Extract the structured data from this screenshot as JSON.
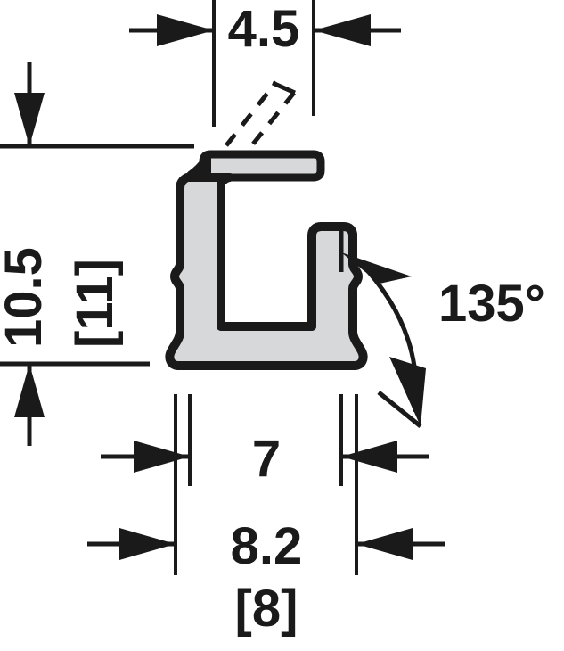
{
  "drawing": {
    "title": "Aluminium profile cross-section dimension drawing",
    "units": "mm",
    "line_color": "#1a1a1a",
    "fill_color": "#d6d8da",
    "background": "#ffffff"
  },
  "dimensions": {
    "top_width": {
      "label": "4.5",
      "name": "top-lip-width",
      "orientation": "horizontal"
    },
    "height": {
      "label": "10.5",
      "name": "overall-height",
      "orientation": "vertical"
    },
    "height_alt": {
      "label": "[11]",
      "name": "overall-height-alternate",
      "orientation": "vertical"
    },
    "inner_width": {
      "label": "7",
      "name": "inner-channel-width",
      "orientation": "horizontal"
    },
    "outer_width": {
      "label": "8.2",
      "name": "outer-base-width",
      "orientation": "horizontal"
    },
    "outer_width_alt": {
      "label": "[8]",
      "name": "outer-base-width-alternate",
      "orientation": "horizontal"
    },
    "angle": {
      "label": "135°",
      "name": "flange-angle",
      "orientation": "angular"
    }
  }
}
